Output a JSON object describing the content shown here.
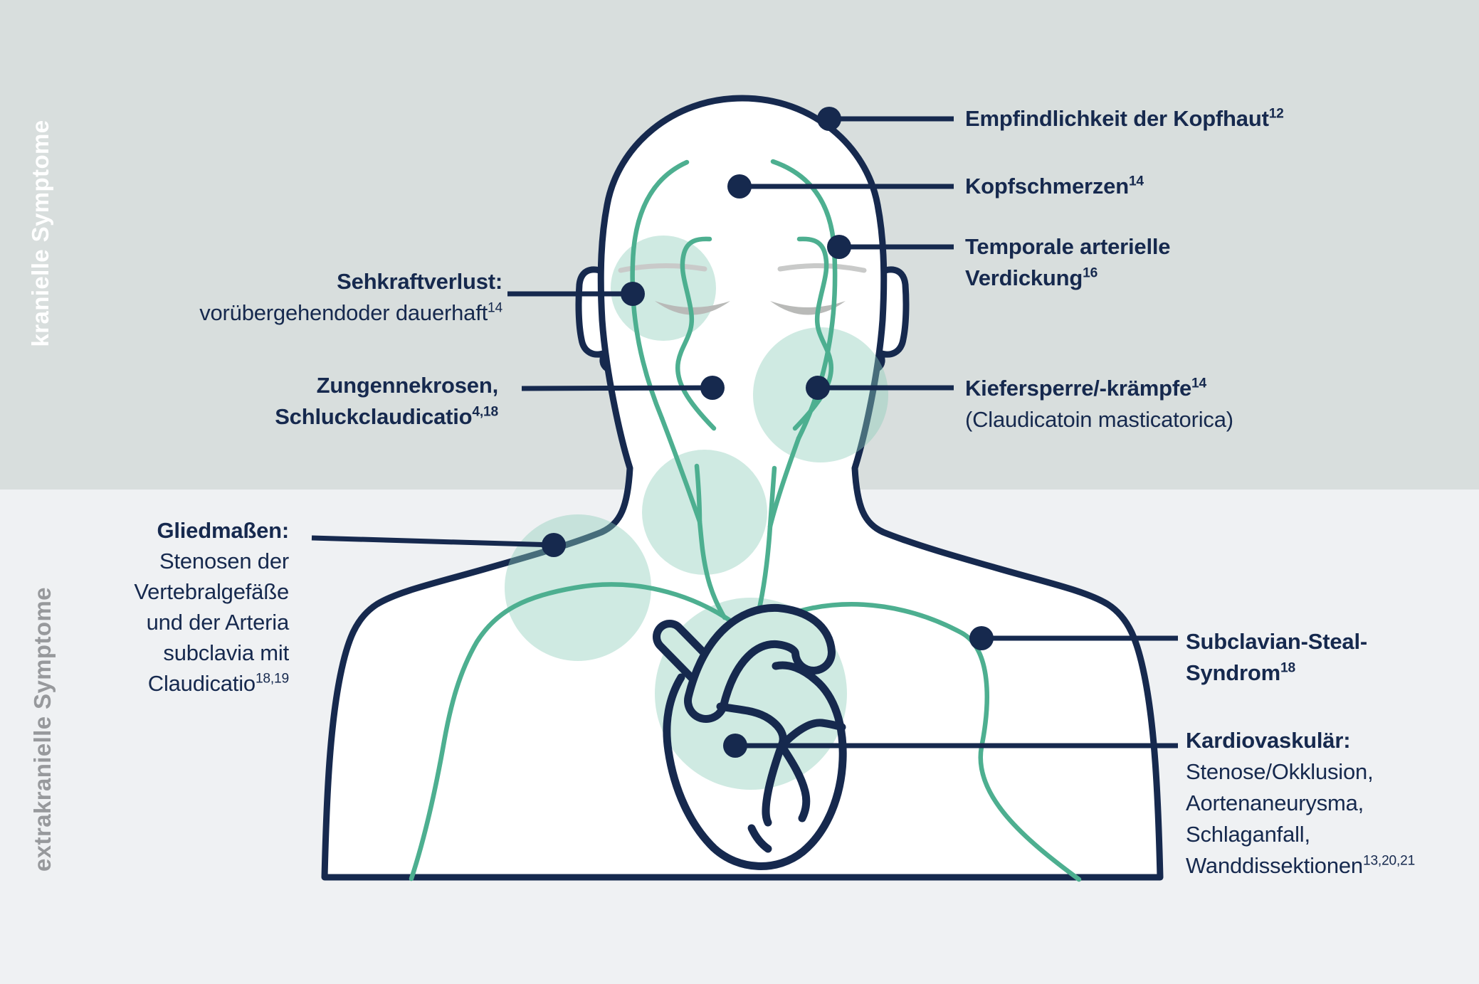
{
  "colors": {
    "band_top": "#d8dedd",
    "band_bottom": "#eff1f3",
    "outline_navy": "#16294e",
    "artery_green": "#4daf90",
    "highlight_mint": "rgba(140,205,185,0.42)",
    "tube_inner_mint": "#cfeae1",
    "eyebrow_gray": "#c9cac9",
    "eye_gray": "#b9bab8",
    "side_label_gray": "#97999c",
    "side_label_white": "#ffffff"
  },
  "side_labels": {
    "cranial": "kranielle Symptome",
    "extracranial": "extrakranielle Symptome"
  },
  "labels": {
    "scalp": {
      "title": "Empfindlichkeit der Kopfhaut",
      "sup": "12"
    },
    "headache": {
      "title": "Kopfschmerzen",
      "sup": "14"
    },
    "temporal": {
      "line1": "Temporale arterielle",
      "line2": "Verdickung",
      "sup": "16"
    },
    "vision": {
      "title": "Sehkraftverlust:",
      "text": "vorübergehendoder dauerhaft",
      "sup": "14"
    },
    "tongue": {
      "line1": "Zungennekrosen,",
      "line2": "Schluckclaudicatio",
      "sup": "4,18"
    },
    "jaw": {
      "title": "Kiefersperre/-krämpfe",
      "sup": "14",
      "text": "(Claudicatoin masticatorica)"
    },
    "limbs": {
      "title": "Gliedmaßen:",
      "lines": [
        "Stenosen der",
        "Vertebralgefäße",
        "und der Arteria",
        "subclavia mit"
      ],
      "last_line": "Claudicatio",
      "sup": "18,19"
    },
    "subclavian": {
      "line1": "Subclavian-Steal-",
      "line2": "Syndrom",
      "sup": "18"
    },
    "cardio": {
      "title": "Kardiovaskulär:",
      "lines": [
        "Stenose/Okklusion,",
        "Aortenaneurysma,",
        "Schlaganfall,"
      ],
      "last_line": "Wanddissektionen",
      "sup": "13,20,21"
    }
  }
}
